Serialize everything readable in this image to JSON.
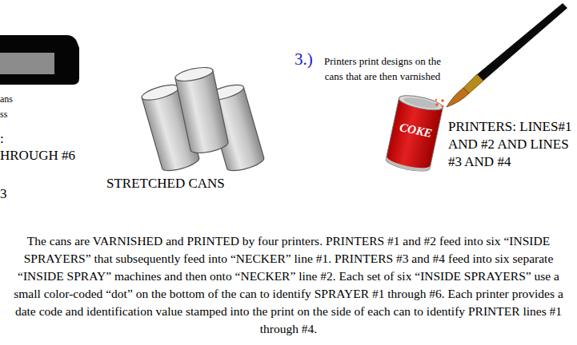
{
  "diagram": {
    "caption": "The cans are VARNISHED and PRINTED by four printers. PRINTERS #1 and #2 feed into six “INSIDE SPRAYERS” that subsequently feed into “NECKER” line #1. PRINTERS #3 and #4 feed into six separate “INSIDE SPRAY” machines and then onto “NECKER” line #2. Each set of six “INSIDE SPRAYERS” use a small color-coded “dot” on the bottom of the can to identify SPRAYER #1 through #6. Each printer provides a date code and identification value stamped into the print on the side of each can to identify PRINTER lines #1 through #4.",
    "labels": [
      "ans",
      "ss",
      ":",
      "HROUGH #6",
      "3",
      "STRETCHED CANS",
      "3.)",
      "Printers print designs on the cans that are then varnished",
      "COKE",
      "PRINTERS: LINES#1 AND #2 AND LINES #3 AND #4"
    ]
  }
}
